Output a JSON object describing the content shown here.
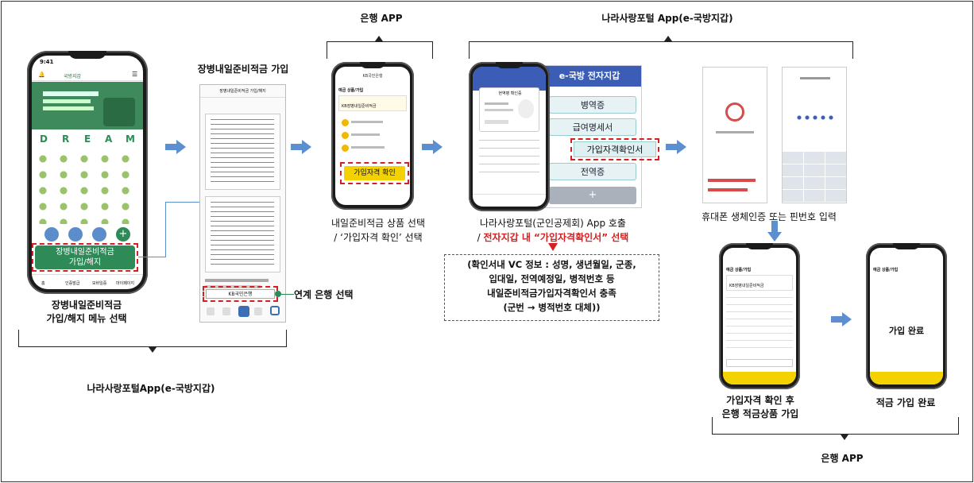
{
  "labels": {
    "bank_app_top": "은행 APP",
    "portal_top": "나라사랑포털 App(e-국방지갑)",
    "portal_bottom": "나라사랑포털App(e-국방지갑)",
    "bank_app_bottom": "은행 APP"
  },
  "step1": {
    "caption_line1": "장병내일준비적금",
    "caption_line2": "가입/해지 메뉴 선택",
    "time": "9:41",
    "dream": [
      "D",
      "R",
      "E",
      "A",
      "M"
    ],
    "banner": "장병내일준비적금\n가입/해지",
    "nav": [
      "홈",
      "인증발급",
      "모바일증",
      "마이페이지"
    ],
    "app_title": "국방지갑"
  },
  "step2": {
    "title": "장병내일준비적금 가입",
    "screen_title": "장병내일준비적금 가입/해지",
    "bank_button": "KB국민은행",
    "link_label": "연계 은행 선택"
  },
  "step3": {
    "header": "예금 상품/가입",
    "product": "KB장병내일준비적금",
    "button": "가입자격 확인",
    "caption_line1": "내일준비적금 상품 선택",
    "caption_line2": "/ ‘가입자격 확인’ 선택",
    "bank_name": "KB국민은행"
  },
  "step4": {
    "wallet_title": "e-국방 전자지갑",
    "cards": [
      "병역증",
      "급여명세서",
      "가입자격확인서",
      "전역증",
      "+"
    ],
    "phone_header": "현역병 확인증",
    "caption_line1": "나라사랑포털(군인공제회) App 호출",
    "caption_prefix": "/ ",
    "caption_red": "전자지갑 내 “가입자격확인서” 선택",
    "vc_line1": "(확인서내 VC 정보 : 성명, 생년월일, 군종,",
    "vc_line2": "입대일, 전역예정일, 병적번호 등",
    "vc_line3": "내일준비적금가입자격확인서 충족",
    "vc_line4": "(군번 → 병적번호 대체))"
  },
  "step5": {
    "caption": "휴대폰 생체인증 또는 핀번호 입력"
  },
  "step6": {
    "header": "예금 상품/가입",
    "product": "KB장병내일준비적금",
    "caption_line1": "가입자격 확인 후",
    "caption_line2": "은행 적금상품 가입"
  },
  "step7": {
    "header": "예금 상품/가입",
    "done": "가입 완료",
    "caption": "적금 가입 완료"
  }
}
